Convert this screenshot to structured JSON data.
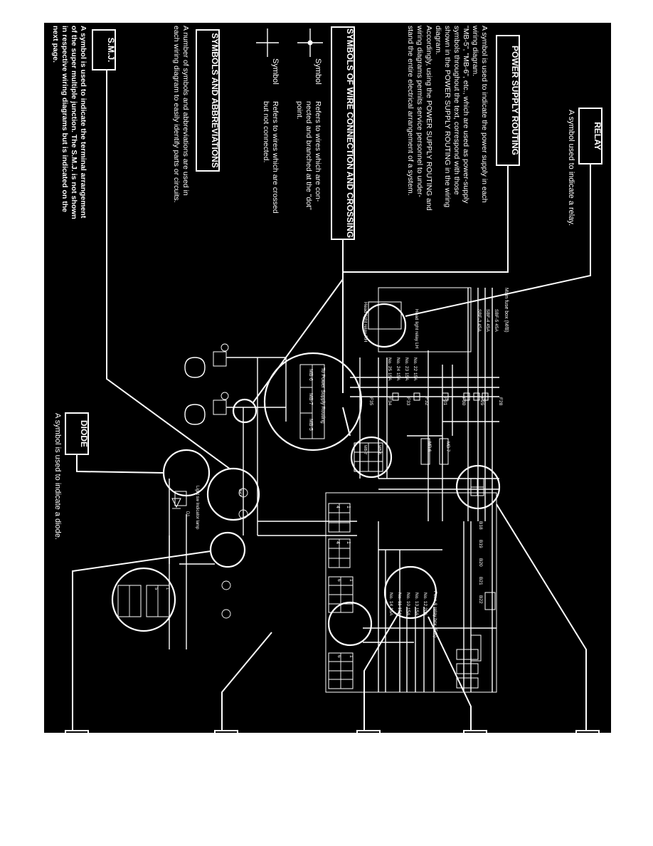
{
  "headers": {
    "relay": "RELAY",
    "power_supply_routing": "POWER SUPPLY ROUTING",
    "wire_connection": "SYMBOLS OF WIRE CONNECTION AND CROSSING",
    "abbreviations": "SYMBOLS AND ABBREVIATIONS",
    "smj": "S.M.J.",
    "diode": "DIODE"
  },
  "relay_desc": "A symbol used to indicate a relay.",
  "power_supply_desc": [
    "A symbol is used to indicate the power supply in each",
    "wiring diagram.",
    "\"MB-5\", \"MB-6\", etc., which are used as power-supply",
    "symbols throughout the text, correspond with those",
    "shown in the POWER SUPPLY ROUTING in the wiring",
    "diagram.",
    "Accordingly, using the POWER SUPPLY ROUTING and",
    "wiring diagrams permits service personnel to under-",
    "stand the entire electrical arrangement of a system."
  ],
  "wire_symbol_heading": "Symbol",
  "wire_connected_desc": [
    "Refers to wires which are con-",
    "nected and branched at the \"dot\"",
    "point."
  ],
  "wire_crossed_desc": [
    "Refers to wires which are crossed",
    "but not connected."
  ],
  "abbrev_desc": [
    "A number of symbols and abbreviations are used in",
    "each wiring diagram to easily identify parts or circuits."
  ],
  "smj_desc": [
    "A symbol is used to indicate the terminal arrangement",
    "of the super multiple junction. The S.M.J. is not shown",
    "in respective wiring diagrams but is indicated on the",
    "next page."
  ],
  "diode_desc": "A symbol is used to indicate a diode.",
  "diagram": {
    "fuse_box_top": "Main fuse box (M/B)",
    "fuse_box_bottom": "Fuse & relay box (F/B)",
    "routing_label": "To Power Supply Routing",
    "mb_refs": [
      "MB-6",
      "MB-7",
      "MB-5"
    ],
    "sbf_labels": [
      "SBF-5 45A",
      "SBF-4 45A",
      "SBF-3 45A"
    ],
    "relay_label": "Head light relay LH",
    "relay_label_rh": "Head light relay RH",
    "fuse_top": [
      "No. 22 15A",
      "No. 23 15A",
      "No. 24 15A",
      "No. 25 15A"
    ],
    "fuse_bottom": [
      "No. 12 20A",
      "No. 13 15A",
      "No. 10 15A",
      "No. 11 15A",
      "No. 14 15A"
    ],
    "connector_codes": [
      "F28",
      "F29",
      "F30",
      "F31",
      "F32",
      "F33",
      "F34",
      "F35"
    ],
    "right_codes": [
      "B18",
      "B19",
      "B20",
      "B21",
      "B22"
    ],
    "grid_a": [
      "1",
      "2",
      "3",
      "4",
      "5",
      "6"
    ],
    "grid_b": [
      "1",
      "2",
      "3",
      "4",
      "5",
      "6",
      "7",
      "8",
      "9",
      "10"
    ],
    "gnd_label": "Light sw Indicator lamp",
    "diode_code": "D1",
    "smj_code": "B47"
  }
}
